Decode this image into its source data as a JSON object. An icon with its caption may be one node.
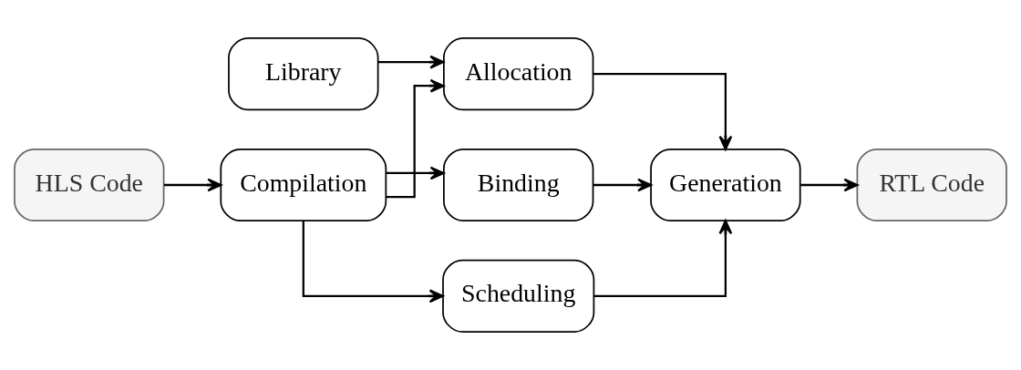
{
  "diagram": {
    "nodes": [
      {
        "text": [
          "HLS Code"
        ]
      },
      {
        "text": [
          "Compilation"
        ]
      },
      {
        "text": [
          "Library"
        ]
      },
      {
        "text": [
          "Allocation"
        ]
      },
      {
        "text": [
          "Binding"
        ]
      },
      {
        "text": [
          "Scheduling"
        ]
      },
      {
        "text": [
          "Generation"
        ]
      },
      {
        "text": [
          "RTL Code"
        ]
      }
    ],
    "edges": [
      {
        "from": 0,
        "to": 1,
        "arrow": "to"
      },
      {
        "from": 1,
        "to": 3,
        "arrow": "to"
      },
      {
        "from": 1,
        "to": 4,
        "arrow": "to"
      },
      {
        "from": 1,
        "to": 5,
        "arrow": "to"
      },
      {
        "from": 2,
        "to": 3,
        "arrow": "to"
      },
      {
        "from": 3,
        "to": 6,
        "arrow": "to"
      },
      {
        "from": 4,
        "to": 6,
        "arrow": "to"
      },
      {
        "from": 5,
        "to": 6,
        "arrow": "to"
      },
      {
        "from": 6,
        "to": 7,
        "arrow": "to"
      }
    ]
  }
}
